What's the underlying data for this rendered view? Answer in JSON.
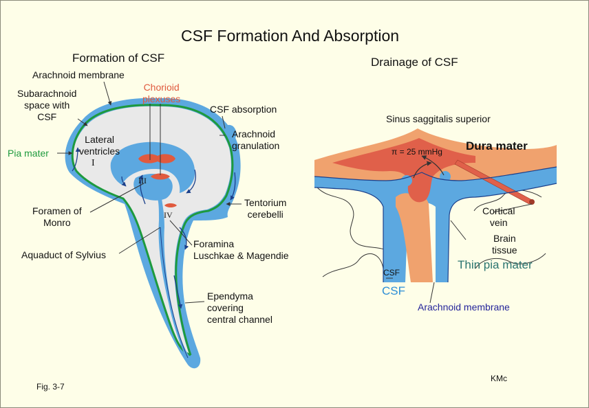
{
  "title": "CSF Formation And Absorption",
  "left_panel": {
    "heading": "Formation  of  CSF",
    "labels": {
      "arachnoid_membrane": "Arachnoid  membrane",
      "subarachnoid_space": "Subarachnoid\nspace with\nCSF",
      "chorioid_plexuses": "Chorioid\nplexuses",
      "csf_absorption": "CSF absorption",
      "arachnoid_granulation": "Arachnoid\ngranulation",
      "pia_mater": "Pia mater",
      "lateral_ventricles": "Lateral\nventricles",
      "ventricle_1": "I",
      "ventricle_3": "III",
      "ventricle_4": "IV",
      "foramen_of_monro": "Foramen of\nMonro",
      "tentorium_cerebelli": "Tentorium\ncerebelli",
      "aquaduct_of_sylvius": "Aquaduct of  Sylvius",
      "foramina": "Foramina\nLuschkae & Magendie",
      "ependyma": "Ependyma\ncovering\ncentral channel"
    }
  },
  "right_panel": {
    "heading": "Drainage  of  CSF",
    "labels": {
      "sinus": "Sinus saggitalis superior",
      "dura_mater": "Dura mater",
      "pressure": "π = 25 mmHg",
      "cortical_vein": "Cortical\nvein",
      "brain_tissue": "Brain\ntissue",
      "thin_pia_mater": "Thin pia mater",
      "csf_small": "CSF",
      "csf_large": "CSF",
      "arachnoid_membrane": "Arachnoid  membrane"
    }
  },
  "footer": {
    "fig": "Fig. 3-7",
    "author": "KMc"
  },
  "colors": {
    "background": "#fefee8",
    "csf_blue": "#5ca8e0",
    "pia_green": "#1e9a3e",
    "plexus_red": "#e05a3e",
    "dura_orange": "#f0a26e",
    "sinus_red": "#e0604a"
  }
}
